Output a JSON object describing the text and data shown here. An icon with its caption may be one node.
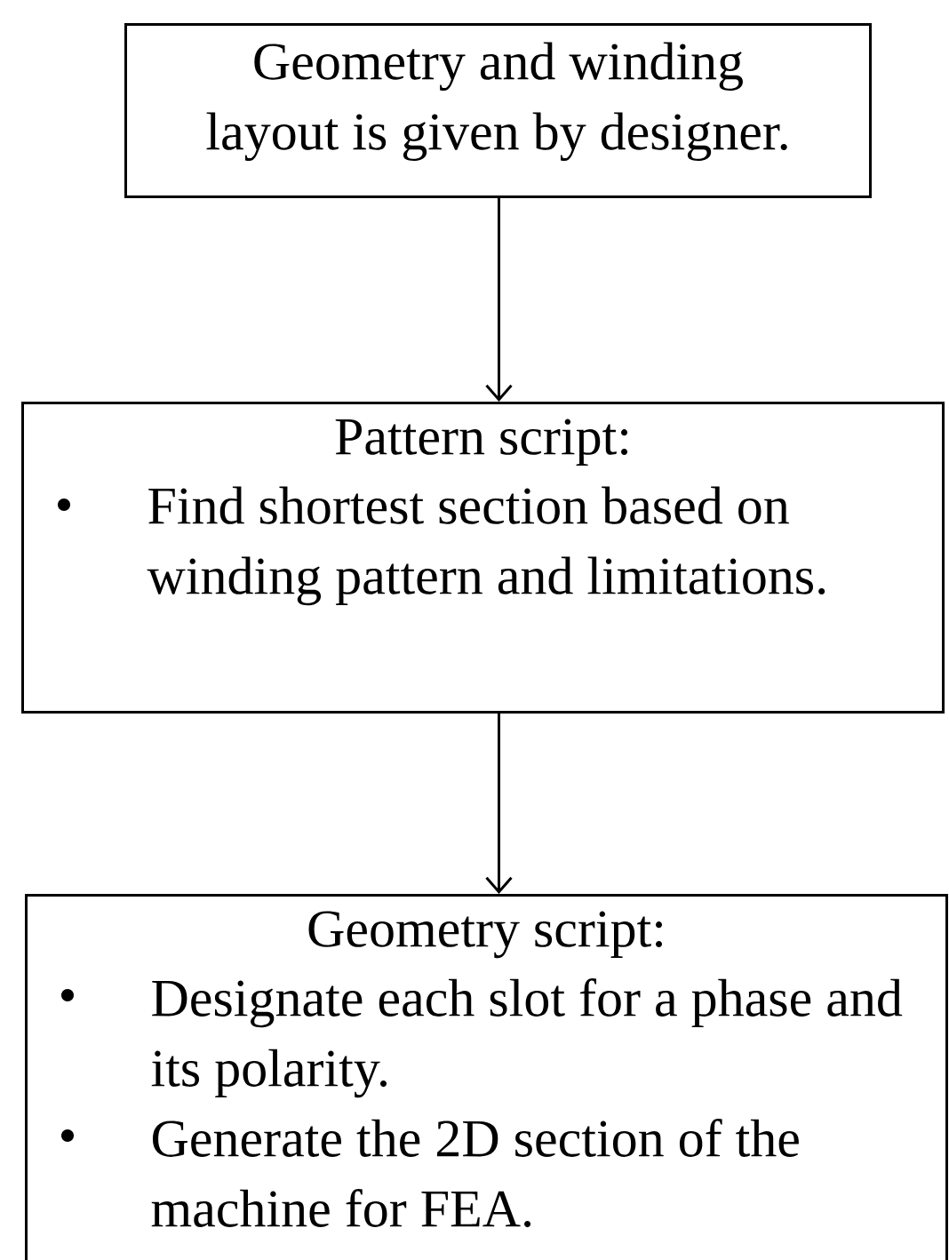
{
  "diagram": {
    "nodes": [
      {
        "text": [
          "Geometry and winding layout is given by designer."
        ]
      },
      {
        "text": [
          "Pattern script:",
          "Find shortest section based on winding pattern and limitations."
        ]
      },
      {
        "text": [
          "Geometry script:",
          "Designate each slot for a phase and its polarity.",
          "Generate the 2D section of the machine for FEA."
        ]
      }
    ],
    "edges": [
      {
        "from": 0,
        "to": 1,
        "arrow": "to"
      },
      {
        "from": 1,
        "to": 2,
        "arrow": "to"
      }
    ]
  }
}
